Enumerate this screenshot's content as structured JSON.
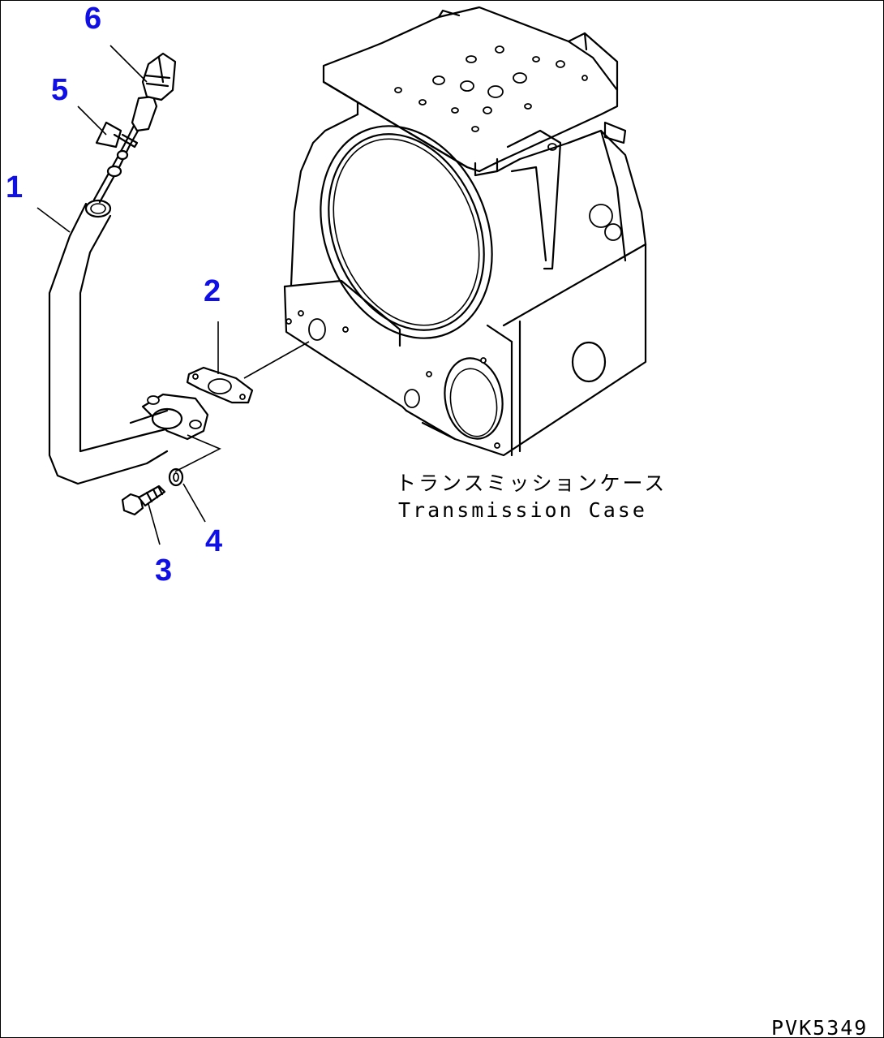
{
  "callouts": [
    {
      "id": "1",
      "label": "1"
    },
    {
      "id": "2",
      "label": "2"
    },
    {
      "id": "3",
      "label": "3"
    },
    {
      "id": "4",
      "label": "4"
    },
    {
      "id": "5",
      "label": "5"
    },
    {
      "id": "6",
      "label": "6"
    }
  ],
  "component_label": {
    "japanese": "トランスミッションケース",
    "english": "Transmission Case"
  },
  "drawing_code": "PVK5349",
  "colors": {
    "callout": "#1010e6",
    "line": "#000000",
    "background": "#ffffff"
  }
}
